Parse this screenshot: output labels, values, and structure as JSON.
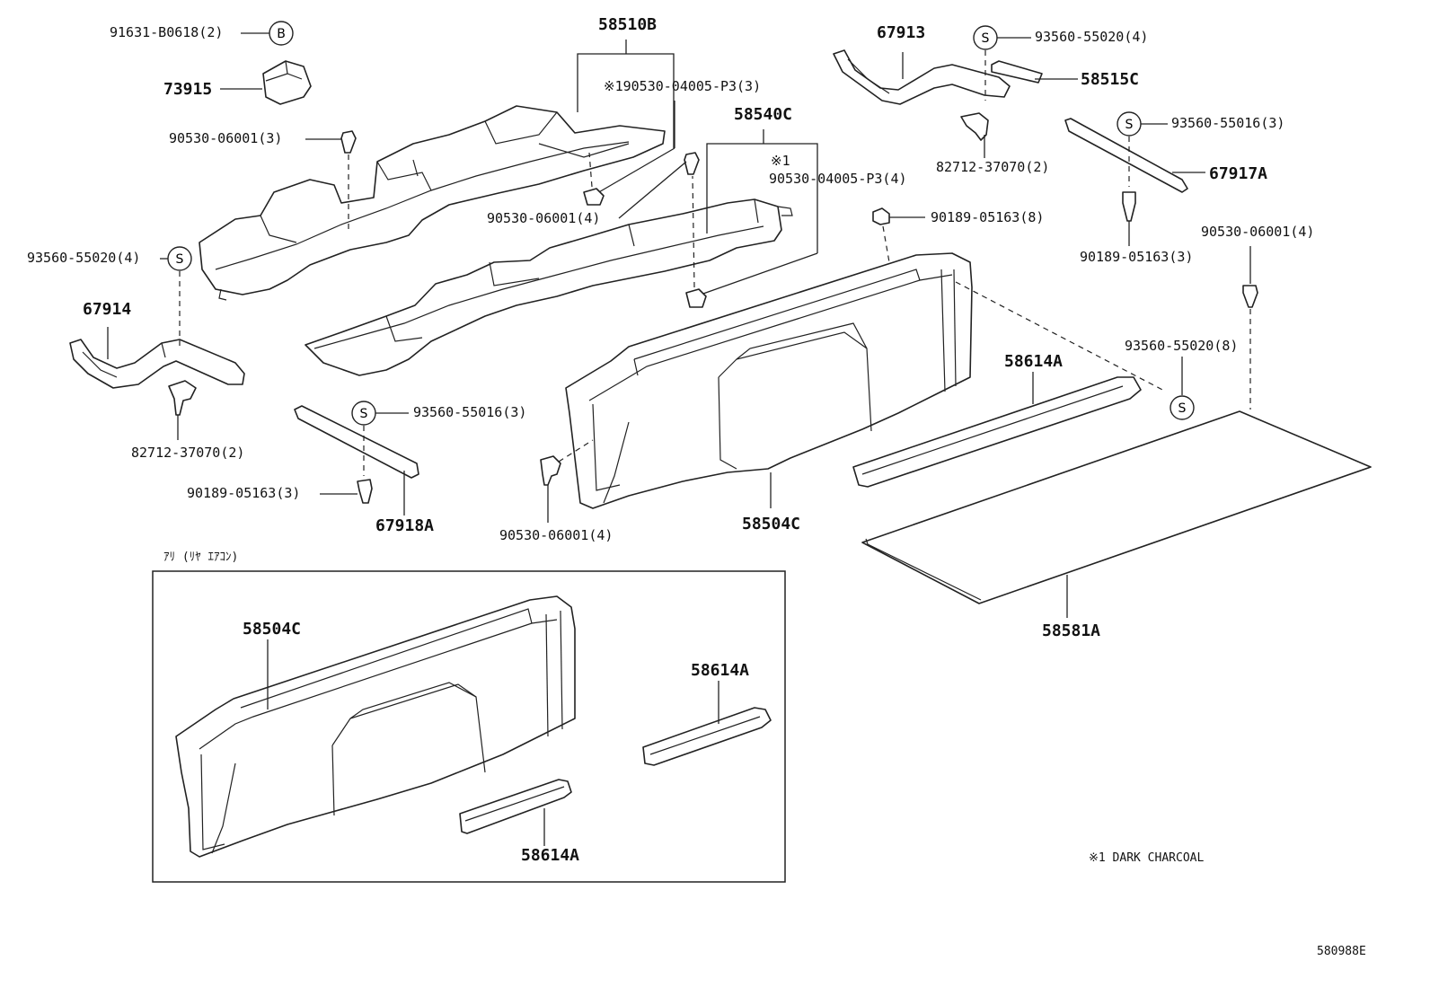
{
  "labels": {
    "p91631": "91631-B0618(2)",
    "p73915": "73915",
    "p58510b": "58510B",
    "p190530": "※190530-04005-P3(3)",
    "p67913": "67913",
    "p93560_top": "93560-55020(4)",
    "p58515c": "58515C",
    "p93560_016a": "93560-55016(3)",
    "p82712_top": "82712-37070(2)",
    "p67917a": "67917A",
    "p90530_a": "90530-06001(3)",
    "p58540c": "58540C",
    "p_note1": "※1",
    "p90530_p3": "90530-04005-P3(4)",
    "p90189_8": "90189-05163(8)",
    "p90530_b": "90530-06001(4)",
    "p90189_3r": "90189-05163(3)",
    "p90530_c": "90530-06001(4)",
    "p93560_left": "93560-55020(4)",
    "p67914": "67914",
    "p93560_8": "93560-55020(8)",
    "p58614a": "58614A",
    "p82712_left": "82712-37070(2)",
    "p93560_016b": "93560-55016(3)",
    "p90189_3l": "90189-05163(3)",
    "p67918a": "67918A",
    "p90530_d": "90530-06001(4)",
    "p58504c": "58504C",
    "p58581a": "58581A",
    "inset_caption": "ｱﾘ (ﾘﾔ ｴｱｺﾝ)",
    "inset_58504c": "58504C",
    "inset_58614a_a": "58614A",
    "inset_58614a_b": "58614A",
    "legend": "※1 DARK CHARCOAL",
    "drawing_no": "580988E"
  },
  "symbols": {
    "bolt_letter": "B",
    "screw_letter": "S"
  }
}
